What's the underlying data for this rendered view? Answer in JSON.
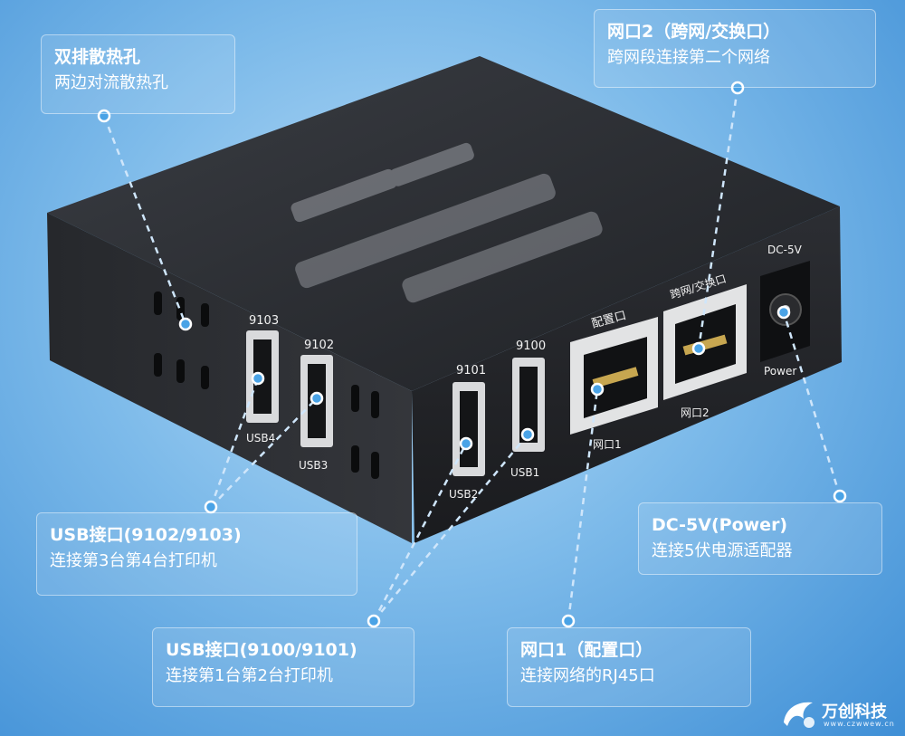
{
  "callouts": {
    "vent": {
      "title": "双排散热孔",
      "desc": "两边对流散热孔"
    },
    "port2": {
      "title": "网口2（跨网/交换口）",
      "desc": "跨网段连接第二个网络"
    },
    "usb_34": {
      "title": "USB接口(9102/9103)",
      "desc": "连接第3台第4台打印机"
    },
    "power": {
      "title": "DC-5V(Power)",
      "desc": "连接5伏电源适配器"
    },
    "usb_12": {
      "title": "USB接口(9100/9101)",
      "desc": "连接第1台第2台打印机"
    },
    "port1": {
      "title": "网口1（配置口）",
      "desc": "连接网络的RJ45口"
    }
  },
  "device_labels": {
    "usb_9103": "9103",
    "usb_9102": "9102",
    "usb_9101": "9101",
    "usb_9100": "9100",
    "usb4_label": "USB4",
    "usb3_label": "USB3",
    "usb2_label": "USB2",
    "usb1_label": "USB1",
    "config_port": "配置口",
    "cross_switch_port": "跨网/交换口",
    "net_port1": "网口1",
    "net_port2": "网口2",
    "dc": "DC-5V",
    "power": "Power"
  },
  "brand": {
    "name": "万创科技",
    "url": "www.czwwew.cn"
  },
  "colors": {
    "background": "#6cb1e6",
    "device_body": "#2b2d31",
    "leader": "#cfe6fb"
  }
}
